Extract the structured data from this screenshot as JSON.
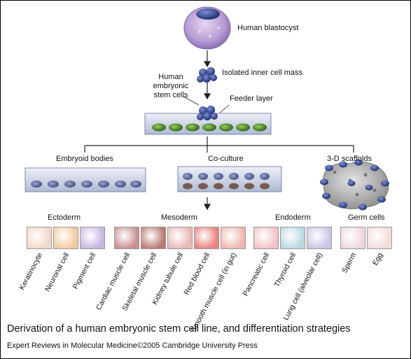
{
  "top": {
    "blastocyst": "Human blastocyst",
    "icm": "Isolated inner cell mass",
    "esc_line1": "Human",
    "esc_line2": "embryonic",
    "esc_line3": "stem cells",
    "feeder": "Feeder layer"
  },
  "strategies": {
    "embryoid": "Embryoid bodies",
    "coculture": "Co-culture",
    "scaffolds": "3-D scaffolds"
  },
  "lineages": {
    "ectoderm": "Ectoderm",
    "mesoderm": "Mesoderm",
    "endoderm": "Endoderm",
    "germ": "Germ cells"
  },
  "cells": [
    {
      "label": "Keratinocyte",
      "color": "#f2d6c8"
    },
    {
      "label": "Neuronal cell",
      "color": "#f0c9a0"
    },
    {
      "label": "Pigment cell",
      "color": "#c6b6e0"
    },
    {
      "label": "Cardiac muscle cell",
      "color": "#c98f8f"
    },
    {
      "label": "Skeletal muscle cell",
      "color": "#b97a74"
    },
    {
      "label": "Kidney tubule cell",
      "color": "#e7b9b3"
    },
    {
      "label": "Red blood cell",
      "color": "#e8827c"
    },
    {
      "label": "Smooth muscle cell (in gut)",
      "color": "#efb6b0"
    },
    {
      "label": "Pancreatic cell",
      "color": "#f1c2c6"
    },
    {
      "label": "Thyroid cell",
      "color": "#b8d8e2"
    },
    {
      "label": "Lung cell (alveolar cell)",
      "color": "#c9c5e4"
    },
    {
      "label": "Sperm",
      "color": "#f0d6dc"
    },
    {
      "label": "Egg",
      "color": "#f3dada"
    }
  ],
  "caption": "Derivation of a human embryonic stem cell line, and differentiation strategies",
  "credit": "Expert Reviews in Molecular Medicine©2005 Cambridge University Press",
  "colors": {
    "blastocyst": "#b79bd4",
    "stem_cell": "#3a4c9a",
    "feeder_cell": "#4f8a2a",
    "dish": "#c9d3e6"
  }
}
